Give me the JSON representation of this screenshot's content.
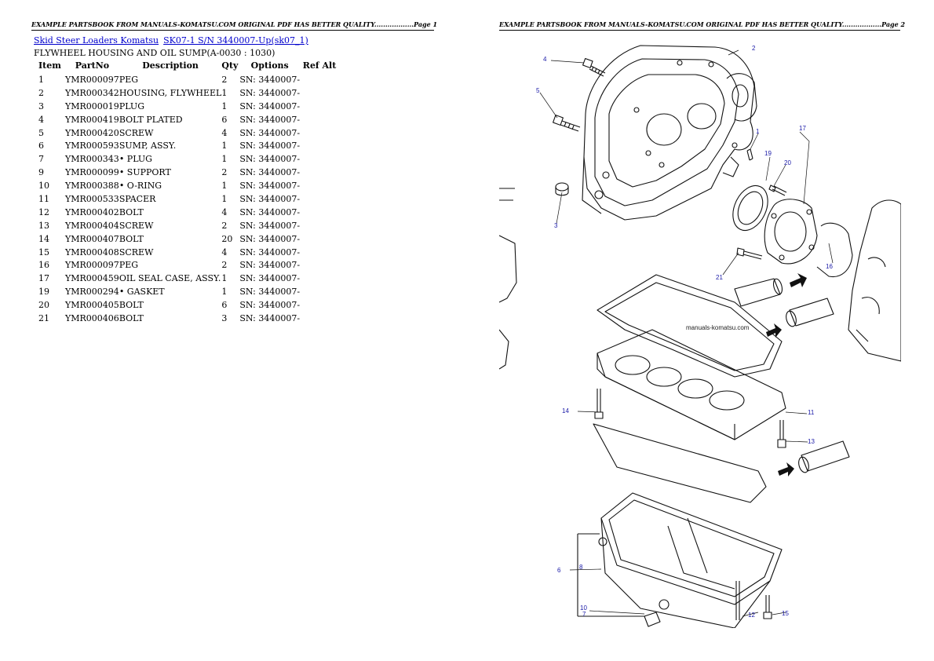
{
  "header_left": "EXAMPLE PARTSBOOK FROM MANUALS-KOMATSU.COM ORIGINAL PDF HAS BETTER QUALITY..................Page 1",
  "header_right": "EXAMPLE PARTSBOOK FROM MANUALS-KOMATSU.COM ORIGINAL PDF HAS BETTER QUALITY..................Page 2",
  "breadcrumb": {
    "link1": "Skid Steer Loaders Komatsu",
    "link2": "SK07-1 S/N 3440007-Up(sk07_1)"
  },
  "section_title": "FLYWHEEL HOUSING AND OIL SUMP(A-0030 : 1030)",
  "columns": [
    "Item",
    "PartNo",
    "Description",
    "Qty",
    "Options",
    "Ref Alt"
  ],
  "rows": [
    {
      "item": "1",
      "part": "YMR000097",
      "desc": "PEG",
      "qty": "2",
      "opt": "SN: 3440007-",
      "ref": ""
    },
    {
      "item": "2",
      "part": "YMR000342",
      "desc": "HOUSING, FLYWHEEL",
      "qty": "1",
      "opt": "SN: 3440007-",
      "ref": ""
    },
    {
      "item": "3",
      "part": "YMR000019",
      "desc": "PLUG",
      "qty": "1",
      "opt": "SN: 3440007-",
      "ref": ""
    },
    {
      "item": "4",
      "part": "YMR000419",
      "desc": "BOLT PLATED",
      "qty": "6",
      "opt": "SN: 3440007-",
      "ref": ""
    },
    {
      "item": "5",
      "part": "YMR000420",
      "desc": "SCREW",
      "qty": "4",
      "opt": "SN: 3440007-",
      "ref": ""
    },
    {
      "item": "6",
      "part": "YMR000593",
      "desc": "SUMP, ASSY.",
      "qty": "1",
      "opt": "SN: 3440007-",
      "ref": ""
    },
    {
      "item": "7",
      "part": "YMR000343",
      "desc": "• PLUG",
      "qty": "1",
      "opt": "SN: 3440007-",
      "ref": ""
    },
    {
      "item": "9",
      "part": "YMR000099",
      "desc": "• SUPPORT",
      "qty": "2",
      "opt": "SN: 3440007-",
      "ref": ""
    },
    {
      "item": "10",
      "part": "YMR000388",
      "desc": "• O-RING",
      "qty": "1",
      "opt": "SN: 3440007-",
      "ref": ""
    },
    {
      "item": "11",
      "part": "YMR000533",
      "desc": "SPACER",
      "qty": "1",
      "opt": "SN: 3440007-",
      "ref": ""
    },
    {
      "item": "12",
      "part": "YMR000402",
      "desc": "BOLT",
      "qty": "4",
      "opt": "SN: 3440007-",
      "ref": ""
    },
    {
      "item": "13",
      "part": "YMR000404",
      "desc": "SCREW",
      "qty": "2",
      "opt": "SN: 3440007-",
      "ref": ""
    },
    {
      "item": "14",
      "part": "YMR000407",
      "desc": "BOLT",
      "qty": "20",
      "opt": "SN: 3440007-",
      "ref": ""
    },
    {
      "item": "15",
      "part": "YMR000408",
      "desc": "SCREW",
      "qty": "4",
      "opt": "SN: 3440007-",
      "ref": ""
    },
    {
      "item": "16",
      "part": "YMR000097",
      "desc": "PEG",
      "qty": "2",
      "opt": "SN: 3440007-",
      "ref": ""
    },
    {
      "item": "17",
      "part": "YMR000459",
      "desc": "OIL SEAL CASE, ASSY.",
      "qty": "1",
      "opt": "SN: 3440007-",
      "ref": ""
    },
    {
      "item": "19",
      "part": "YMR000294",
      "desc": "• GASKET",
      "qty": "1",
      "opt": "SN: 3440007-",
      "ref": ""
    },
    {
      "item": "20",
      "part": "YMR000405",
      "desc": "BOLT",
      "qty": "6",
      "opt": "SN: 3440007-",
      "ref": ""
    },
    {
      "item": "21",
      "part": "YMR000406",
      "desc": "BOLT",
      "qty": "3",
      "opt": "SN: 3440007-",
      "ref": ""
    }
  ],
  "diagram": {
    "watermark": "manuals-komatsu.com",
    "callouts": [
      "1",
      "2",
      "3",
      "4",
      "5",
      "6",
      "7",
      "8",
      "10",
      "11",
      "12",
      "13",
      "14",
      "15",
      "16",
      "17",
      "19",
      "20",
      "21"
    ],
    "callout_color": "#1a1aa8"
  }
}
